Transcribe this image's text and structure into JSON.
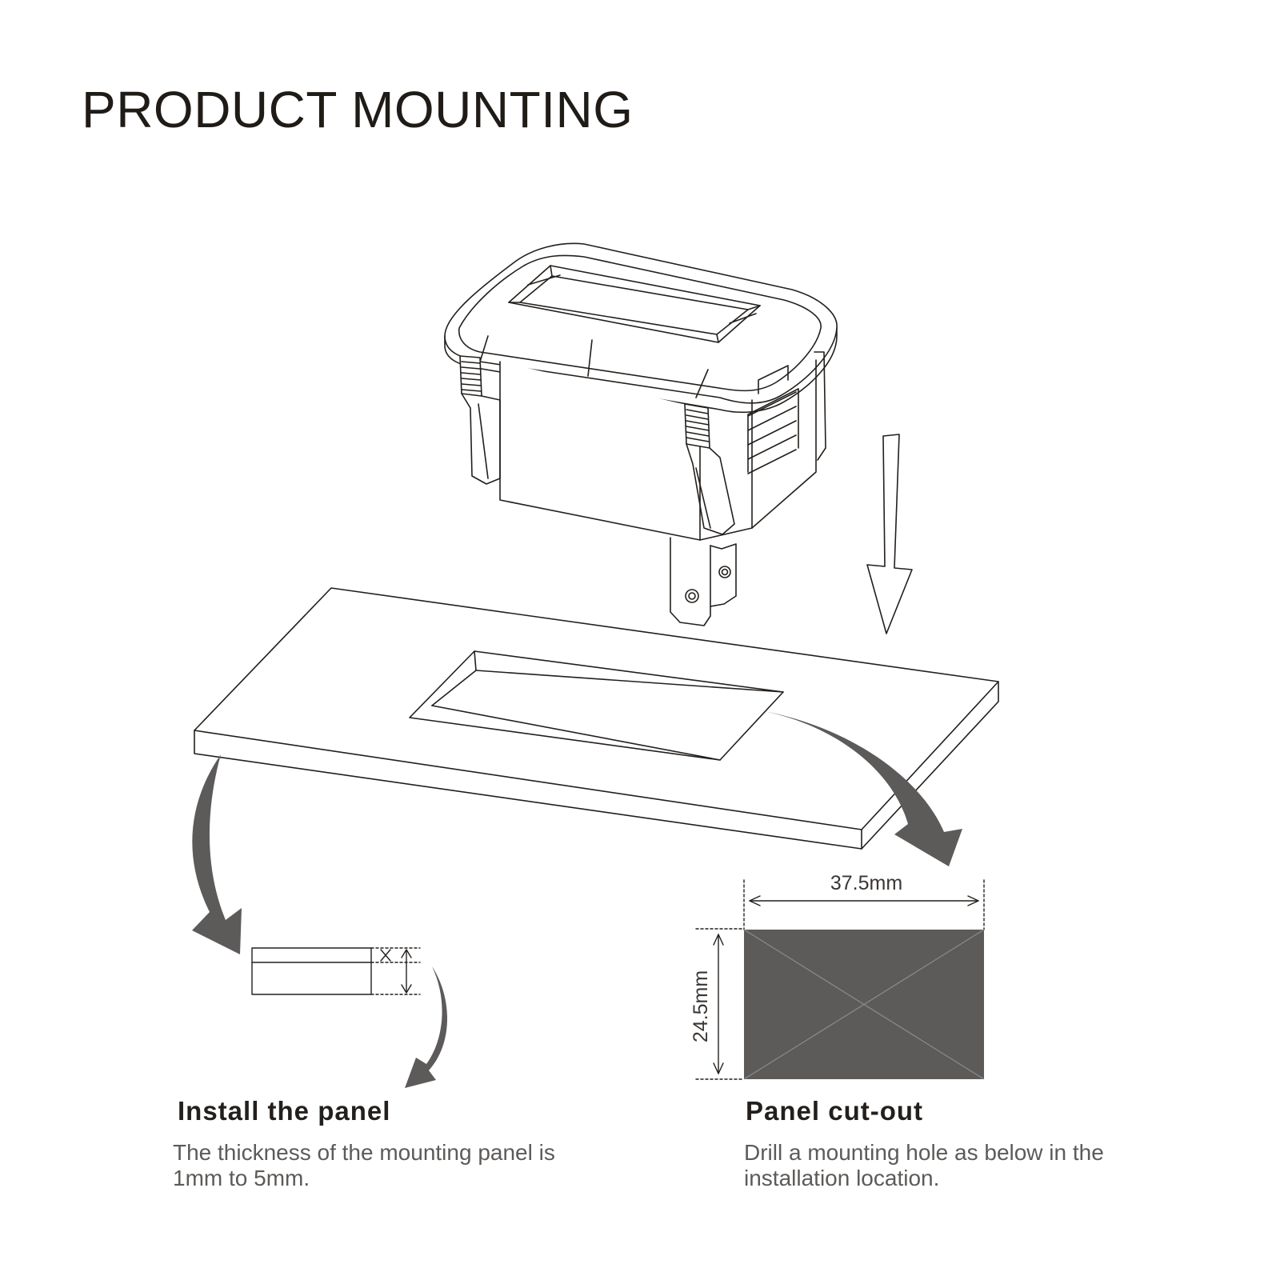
{
  "title": "PRODUCT MOUNTING",
  "install": {
    "heading": "Install the panel",
    "text": "The thickness of the mounting panel is 1mm to 5mm."
  },
  "cutout": {
    "heading": "Panel cut-out",
    "text": "Drill a mounting hole as below in the installation location.",
    "width_label": "37.5mm",
    "height_label": "24.5mm",
    "fill_color": "#5d5a5a"
  },
  "colors": {
    "line": "#231f1c",
    "arrow": "#5d5a5a"
  }
}
